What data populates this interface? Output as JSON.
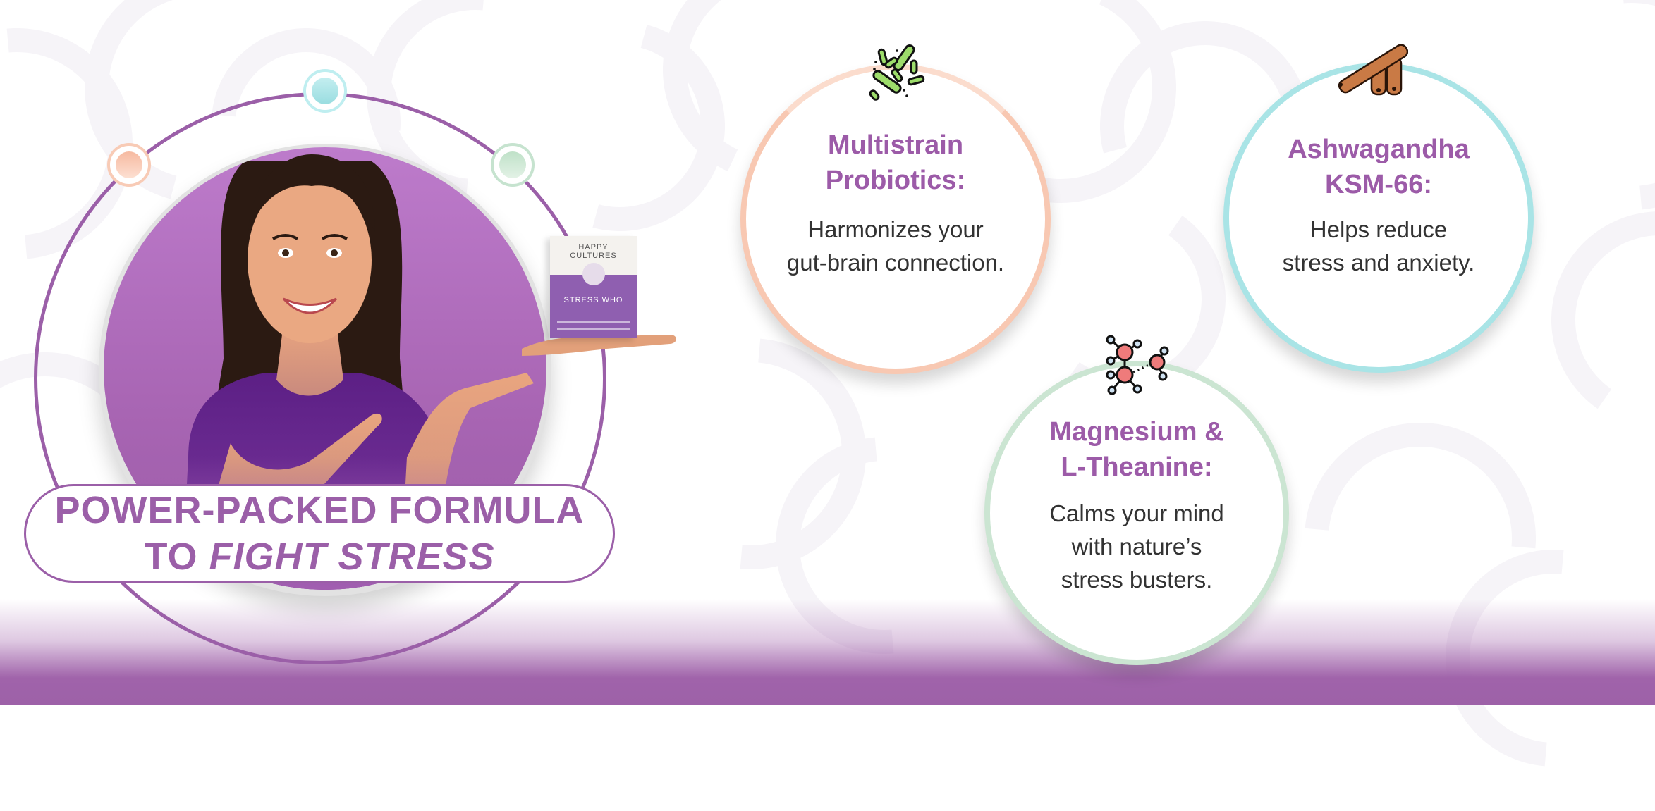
{
  "hero": {
    "headline_line1": "POWER-PACKED FORMULA",
    "headline_line2_prefix": "TO ",
    "headline_line2_emphasis": "FIGHT STRESS",
    "product": {
      "brand_line1": "HAPPY",
      "brand_line2": "CULTURES",
      "name": "STRESS WHO"
    },
    "orbit_dot_colors": {
      "teal": "#99dde0",
      "orange": "#f6b9a0",
      "green": "#bfe1c8"
    },
    "accent_color": "#9b5fa8"
  },
  "ingredients": [
    {
      "icon": "bacteria-icon",
      "title_line1": "Multistrain",
      "title_line2": "Probiotics:",
      "body_line1": "Harmonizes your",
      "body_line2": "gut-brain connection.",
      "ring_color": "#f8c8b2"
    },
    {
      "icon": "cinnamon-sticks-icon",
      "title_line1": "Ashwagandha",
      "title_line2": "KSM-66:",
      "body_line1": "Helps reduce",
      "body_line2": "stress and anxiety.",
      "ring_color": "#a9e4e6"
    },
    {
      "icon": "molecule-icon",
      "title_line1": "Magnesium &",
      "title_line2": "L-Theanine:",
      "body_line1": "Calms your mind",
      "body_line2": "with nature’s",
      "body_line3": "stress busters.",
      "ring_color": "#cbe5d2"
    }
  ],
  "colors": {
    "title": "#9c5ba8",
    "body_text": "#333333",
    "bottom_band": "#9d61a8"
  }
}
